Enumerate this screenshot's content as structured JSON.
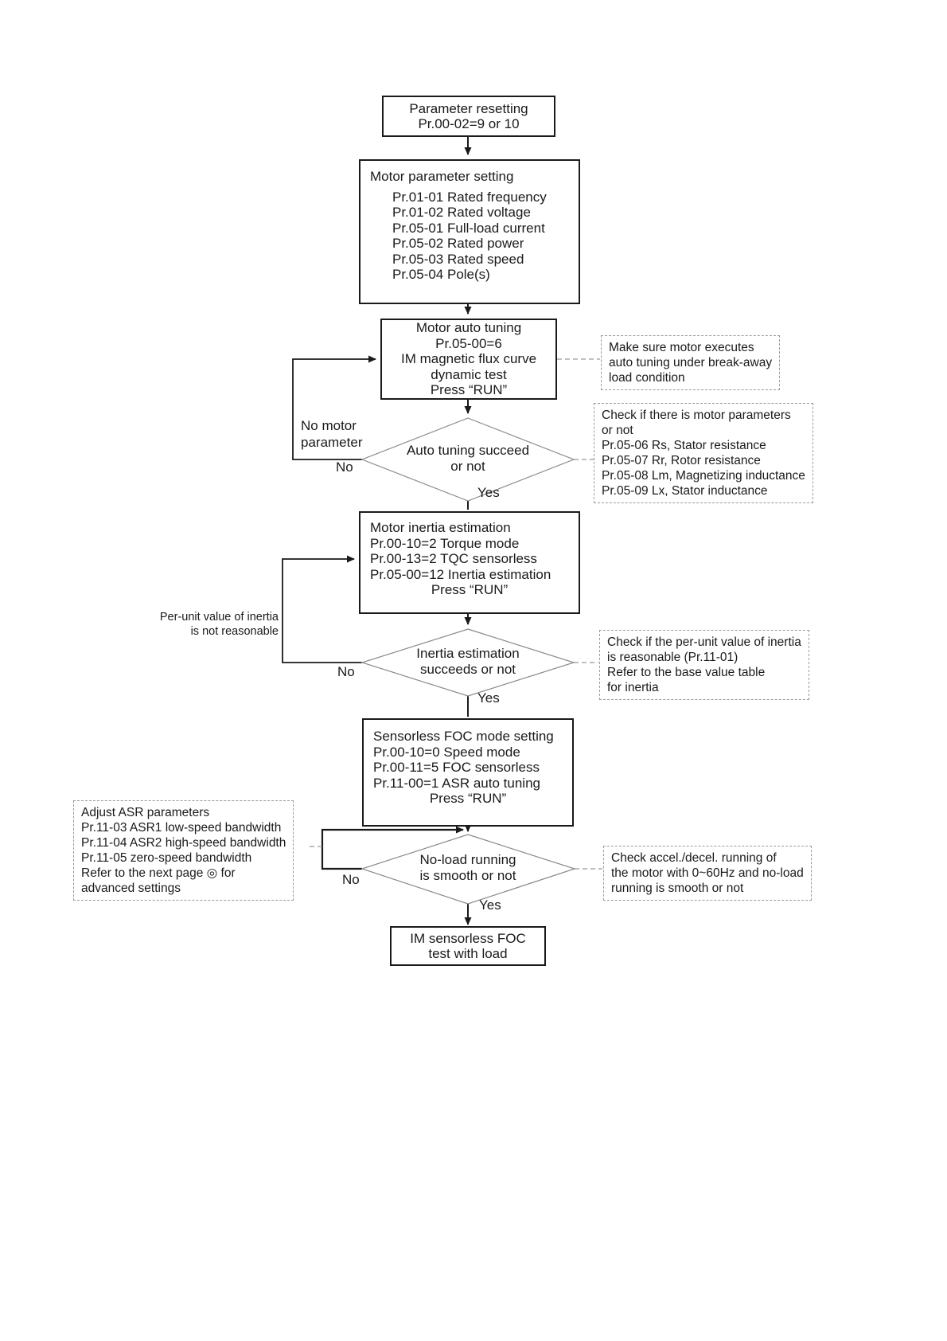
{
  "flowchart": {
    "boxes": {
      "parameter_resetting": {
        "lines": [
          "Parameter resetting",
          "Pr.00-02=9 or 10"
        ]
      },
      "motor_parameter_setting": {
        "title": "Motor parameter setting",
        "items": [
          "Pr.01-01 Rated frequency",
          "Pr.01-02 Rated voltage",
          "Pr.05-01 Full-load current",
          "Pr.05-02 Rated power",
          "Pr.05-03 Rated speed",
          "Pr.05-04 Pole(s)"
        ]
      },
      "motor_auto_tuning": {
        "lines": [
          "Motor auto tuning",
          "Pr.05-00=6",
          "IM magnetic flux curve",
          "dynamic test",
          "Press “RUN”"
        ]
      },
      "motor_inertia_estimation": {
        "lines": [
          "Motor inertia estimation",
          "Pr.00-10=2 Torque mode",
          "Pr.00-13=2 TQC sensorless",
          "Pr.05-00=12 Inertia estimation"
        ],
        "footer": "Press “RUN”"
      },
      "sensorless_foc_mode_setting": {
        "lines": [
          "Sensorless FOC mode setting",
          "Pr.00-10=0 Speed mode",
          "Pr.00-11=5 FOC sensorless",
          "Pr.11-00=1 ASR auto tuning"
        ],
        "footer": "Press “RUN”"
      },
      "im_sensorless_foc_test": {
        "lines": [
          "IM sensorless FOC",
          "test with load"
        ]
      }
    },
    "decisions": {
      "auto_tuning_succeed": {
        "lines": [
          "Auto tuning succeed",
          "or not"
        ]
      },
      "inertia_estimation_succeeds": {
        "lines": [
          "Inertia estimation",
          "succeeds or not"
        ]
      },
      "no_load_running_smooth": {
        "lines": [
          "No-load running",
          "is smooth or not"
        ]
      }
    },
    "notes": {
      "auto_tuning_condition": {
        "lines": [
          "Make sure motor executes",
          "auto tuning under break-away",
          "load condition"
        ]
      },
      "motor_parameters_check": {
        "lines": [
          "Check if there is motor parameters",
          "or not",
          "Pr.05-06 Rs, Stator resistance",
          "Pr.05-07 Rr, Rotor resistance",
          "Pr.05-08 Lm, Magnetizing inductance",
          "Pr.05-09 Lx, Stator inductance"
        ]
      },
      "inertia_check": {
        "lines": [
          "Check if the per-unit value of inertia",
          "is reasonable (Pr.11-01)",
          "Refer to the base value table",
          "for inertia"
        ]
      },
      "adjust_asr": {
        "lines": [
          "Adjust ASR parameters",
          "Pr.11-03 ASR1 low-speed bandwidth",
          "Pr.11-04 ASR2 high-speed bandwidth",
          "Pr.11-05 zero-speed bandwidth",
          "Refer to the next page ◎ for",
          "advanced settings"
        ]
      },
      "accel_decel_check": {
        "lines": [
          "Check accel./decel. running of",
          "the motor with 0~60Hz and no-load",
          "running is smooth or not"
        ]
      }
    },
    "labels": {
      "no_motor_parameter": {
        "lines": [
          "No motor",
          "parameter"
        ]
      },
      "per_unit_inertia": {
        "lines": [
          "Per-unit value of inertia",
          "is not reasonable"
        ]
      },
      "no": "No",
      "yes": "Yes"
    },
    "colors": {
      "line": "#1a1a1a",
      "diamond_stroke": "#8a8a8a",
      "note_border": "#9a9a9a",
      "text": "#1a1a1a"
    }
  }
}
